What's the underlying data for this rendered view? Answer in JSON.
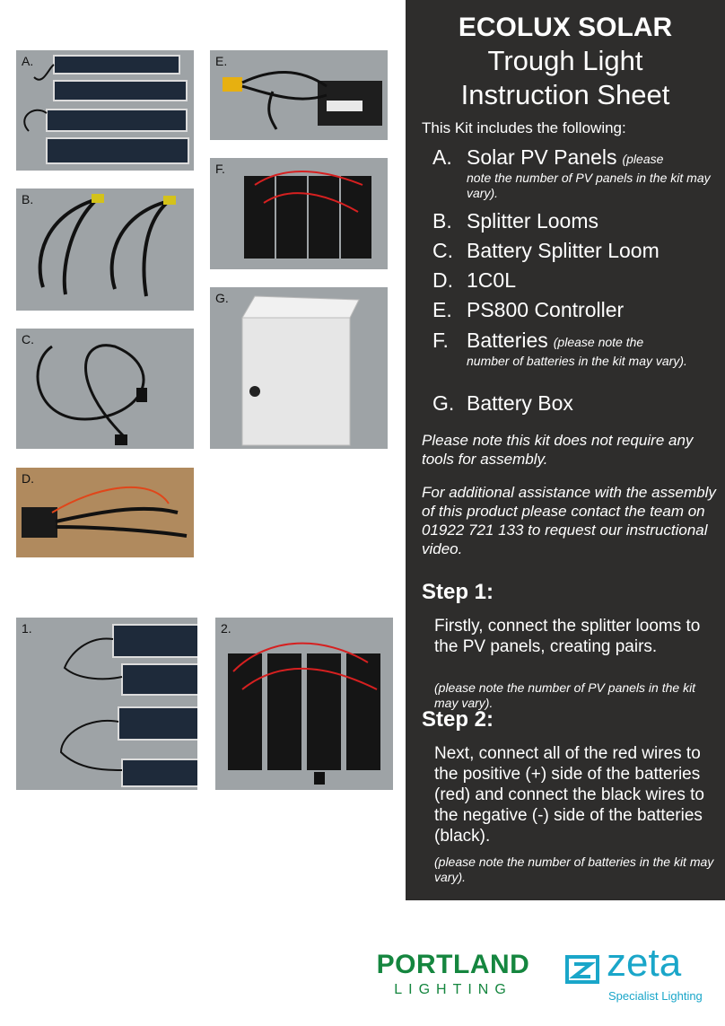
{
  "photos": {
    "a": "A.",
    "b": "B.",
    "c": "C.",
    "d": "D.",
    "e": "E.",
    "f": "F.",
    "g": "G.",
    "s1": "1.",
    "s2": "2."
  },
  "header": {
    "brand": "ECOLUX SOLAR",
    "title_line1": "Trough Light",
    "title_line2": "Instruction Sheet",
    "intro": "This Kit includes the following:"
  },
  "items": [
    {
      "letter": "A.",
      "label": "Solar PV Panels",
      "note": "(please",
      "note2": "note the number of PV panels in the kit may vary)."
    },
    {
      "letter": "B.",
      "label": "Splitter Looms"
    },
    {
      "letter": "C.",
      "label": "Battery Splitter Loom"
    },
    {
      "letter": "D.",
      "label": "1C0L"
    },
    {
      "letter": "E.",
      "label": "PS800 Controller"
    },
    {
      "letter": "F.",
      "label": "Batteries",
      "note": "(please note the",
      "note2": "number of batteries in the kit may vary)."
    },
    {
      "letter": "G.",
      "label": "Battery Box"
    }
  ],
  "notes": {
    "tools": "Please note this kit does not require any tools for assembly.",
    "assist": "For additional assistance with the assembly of this product please contact the team on 01922 721 133 to request our instructional video."
  },
  "steps": [
    {
      "heading": "Step 1:",
      "text": "Firstly, connect the splitter looms to the PV panels, creating pairs.",
      "note": "(please note the number of PV panels in the kit may vary)."
    },
    {
      "heading": "Step 2:",
      "text": "Next, connect all of the red wires to the positive (+) side of the batteries (red) and connect the black wires to the negative (-) side of the batteries (black).",
      "note": "(please note the number of batteries in the kit may vary)."
    }
  ],
  "logos": {
    "portland_main": "PORTLAND",
    "portland_sub": "LIGHTING",
    "zeta_main": "zeta",
    "zeta_sub": "Specialist Lighting"
  },
  "colors": {
    "panel": "#2e2d2c",
    "portland_green": "#15863f",
    "zeta_blue": "#1aa6c9"
  }
}
